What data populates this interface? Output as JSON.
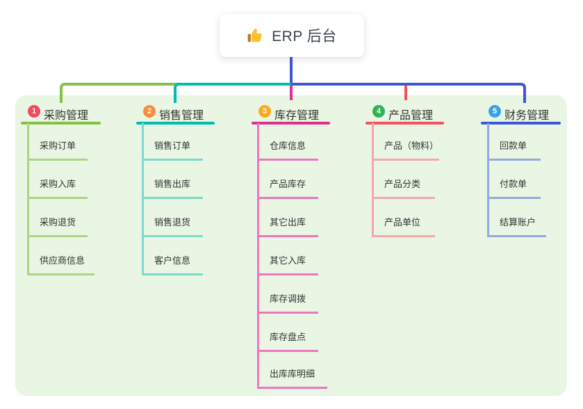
{
  "root": {
    "label": "ERP 后台",
    "icon": "thumbs-up-icon"
  },
  "branches": [
    {
      "index": "1",
      "label": "采购管理",
      "badge_color": "#ef4a5e",
      "line_color": "#85c043",
      "child_line_color": "#abd584",
      "children": [
        "采购订单",
        "采购入库",
        "采购退货",
        "供应商信息"
      ]
    },
    {
      "index": "2",
      "label": "销售管理",
      "badge_color": "#fd8a3c",
      "line_color": "#00bdb1",
      "child_line_color": "#7ed9cd",
      "children": [
        "销售订单",
        "销售出库",
        "销售退货",
        "客户信息"
      ]
    },
    {
      "index": "3",
      "label": "库存管理",
      "badge_color": "#fbab1b",
      "line_color": "#df2e8e",
      "child_line_color": "#f075c0",
      "children": [
        "仓库信息",
        "产品库存",
        "其它出库",
        "其它入库",
        "库存调拨",
        "库存盘点",
        "出库库明细"
      ]
    },
    {
      "index": "4",
      "label": "产品管理",
      "badge_color": "#2eb453",
      "line_color": "#f5525f",
      "child_line_color": "#f9a6aa",
      "children": [
        "产品（物料）",
        "产品分类",
        "产品单位"
      ]
    },
    {
      "index": "5",
      "label": "财务管理",
      "badge_color": "#39a1e9",
      "line_color": "#3e55d6",
      "child_line_color": "#93a9e4",
      "children": [
        "回款单",
        "付款单",
        "结算账户"
      ]
    }
  ],
  "palette": {
    "canvas_background": "#ffffff",
    "map_background": "#e8f6e3",
    "root_connector": "#3e55d6",
    "text": "#333333"
  }
}
